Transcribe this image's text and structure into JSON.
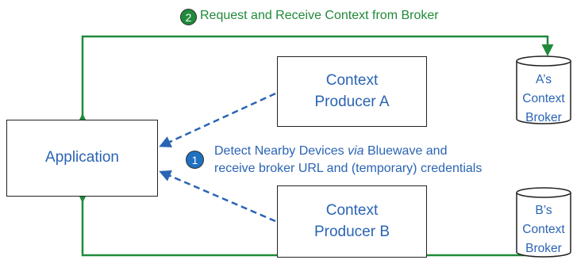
{
  "application": {
    "label": "Application"
  },
  "producer_a": {
    "line1": "Context",
    "line2": "Producer A"
  },
  "producer_b": {
    "line1": "Context",
    "line2": "Producer B"
  },
  "broker_a": {
    "line1": "A’s",
    "line2": "Context",
    "line3": "Broker"
  },
  "broker_b": {
    "line1": "B’s",
    "line2": "Context",
    "line3": "Broker"
  },
  "step2": {
    "number": "2",
    "text": "Request and Receive Context from Broker"
  },
  "step1": {
    "number": "1",
    "line1_before": "Detect Nearby Devices ",
    "line1_italic": "via",
    "line1_after": " Bluewave and",
    "line2": "receive broker URL and (temporary) credentials"
  },
  "colors": {
    "green": "#1f8a3a",
    "blue": "#2a64b4",
    "dark_blue": "#2070c0"
  }
}
